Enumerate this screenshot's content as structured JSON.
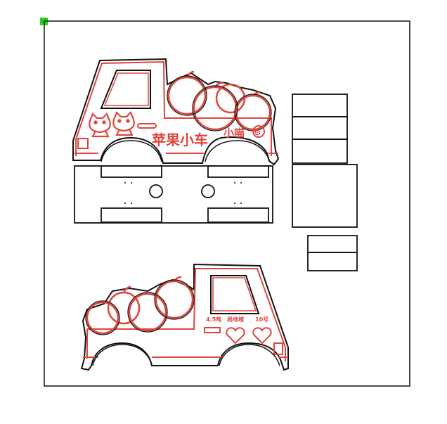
{
  "colors": {
    "outline": "#111111",
    "print": "#e0453c",
    "marker": "#1ed41e",
    "background": "#ffffff"
  },
  "top_truck": {
    "title_text": "苹果小车",
    "brand_text": "小喵",
    "brand_badge_text": "⏲"
  },
  "bottom_truck": {
    "label_left": "4.5吨",
    "label_middle": "局地域",
    "label_right": "10号"
  },
  "icons": {
    "marker": "registration-marker-icon",
    "cat": "cat-face-icon",
    "apple": "apple-icon",
    "heart": "heart-icon"
  }
}
